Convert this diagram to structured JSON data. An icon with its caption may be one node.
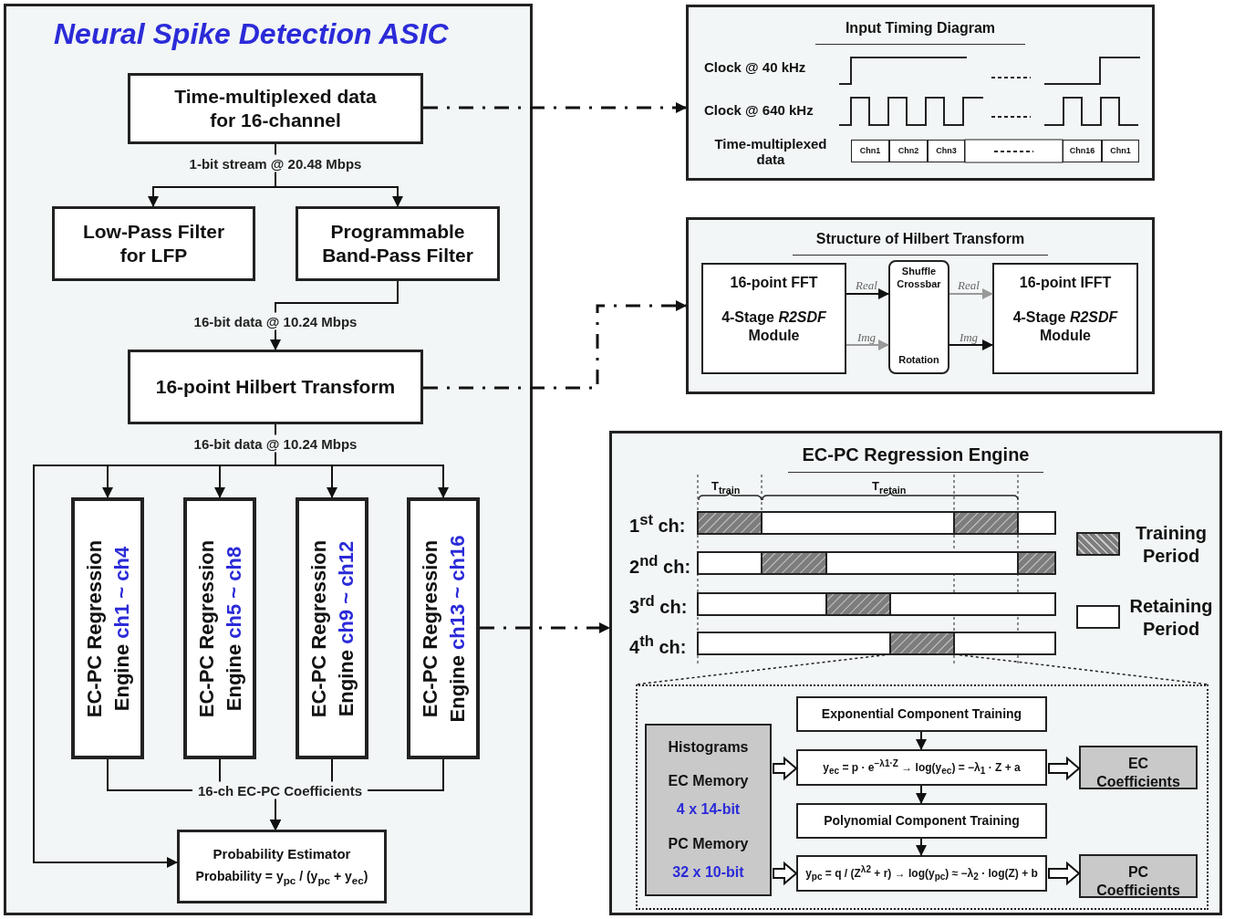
{
  "diagram": {
    "nodes": [
      {
        "text": [
          "Neural Spike Detection ASIC"
        ]
      },
      {
        "text": [
          "Time-multiplexed data for 16-channel"
        ],
        "in": 0
      },
      {
        "text": [
          "Low-Pass Filter for LFP"
        ],
        "in": 0
      },
      {
        "text": [
          "Programmable Band-Pass Filter"
        ],
        "in": 0
      },
      {
        "text": [
          "16-point Hilbert Transform"
        ],
        "in": 0
      },
      {
        "text": [
          "EC-PC Regression Engine",
          "ch1 ~ ch4"
        ],
        "in": 0
      },
      {
        "text": [
          "EC-PC Regression Engine",
          "ch5 ~ ch8"
        ],
        "in": 0
      },
      {
        "text": [
          "EC-PC Regression Engine",
          "ch9 ~ ch12"
        ],
        "in": 0
      },
      {
        "text": [
          "EC-PC Regression Engine",
          "ch13 ~ ch16"
        ],
        "in": 0
      },
      {
        "text": [
          "Probability Estimator",
          "Probability = y$_{pc}$ / (y$_{pc}$ + y$_{ec}$)"
        ],
        "in": 0
      },
      {
        "text": [
          "Input Timing Diagram"
        ]
      },
      {
        "text": [
          "Chn1"
        ],
        "in": 10
      },
      {
        "text": [
          "Chn2"
        ],
        "in": 10
      },
      {
        "text": [
          "Chn3"
        ],
        "in": 10
      },
      {
        "text": [
          "Chn16"
        ],
        "in": 10
      },
      {
        "text": [
          "Chn1"
        ],
        "in": 10
      },
      {
        "text": [
          "Structure of Hilbert Transform"
        ]
      },
      {
        "text": [
          "16-point FFT",
          "4-Stage *R2SDF* Module"
        ],
        "in": 16
      },
      {
        "text": [
          "Shuffle Crossbar",
          "Rotation"
        ],
        "in": 16
      },
      {
        "text": [
          "16-point IFFT",
          "4-Stage *R2SDF* Module"
        ],
        "in": 16
      },
      {
        "text": [
          "EC-PC Regression Engine"
        ]
      },
      {
        "text": [],
        "shape": "box",
        "in": 20
      },
      {
        "text": [
          "Histograms",
          "EC Memory",
          "4 x 14-bit",
          "PC Memory",
          "32 x 10-bit"
        ],
        "in": 21
      },
      {
        "text": [
          "Exponential Component Training"
        ],
        "in": 21
      },
      {
        "text": [
          "y$_{ec}$ = p · e$^{−λ1·Z}$ → log(y$_{ec}$) = −λ$_{1}$ · Z + a"
        ],
        "in": 21
      },
      {
        "text": [
          "EC Coefficients"
        ],
        "in": 21
      },
      {
        "text": [
          "Polynomial Component Training"
        ],
        "in": 21
      },
      {
        "text": [
          "y$_{pc}$ = q / (Z$^{λ2}$ + r) → log(y$_{pc}$) ≈ −λ$_{2}$ · log(Z) + b"
        ],
        "in": 21
      },
      {
        "text": [
          "PC Coefficients"
        ],
        "in": 21
      }
    ],
    "edges": [
      {
        "from": 1,
        "to": 2,
        "arrow": "to",
        "label": "1-bit stream @ 20.48 Mbps"
      },
      {
        "from": 1,
        "to": 3,
        "arrow": "to"
      },
      {
        "from": 3,
        "to": 4,
        "arrow": "to",
        "label": "16-bit data @ 10.24 Mbps"
      },
      {
        "from": 4,
        "to": 5,
        "arrow": "to",
        "label": "16-bit data @ 10.24 Mbps"
      },
      {
        "from": 4,
        "to": 6,
        "arrow": "to"
      },
      {
        "from": 4,
        "to": 7,
        "arrow": "to"
      },
      {
        "from": 4,
        "to": 8,
        "arrow": "to"
      },
      {
        "from": 4,
        "to": 9,
        "arrow": "to"
      },
      {
        "from": 5,
        "to": 9,
        "arrow": "to",
        "label": "16-ch EC-PC Coefficients"
      },
      {
        "from": 6,
        "to": 9,
        "arrow": "to"
      },
      {
        "from": 7,
        "to": 9,
        "arrow": "to"
      },
      {
        "from": 8,
        "to": 9,
        "arrow": "to"
      },
      {
        "from": 1,
        "to": 10,
        "arrow": "to",
        "style": "dashed"
      },
      {
        "from": 4,
        "to": 16,
        "arrow": "to",
        "style": "dashed"
      },
      {
        "from": 8,
        "to": 20,
        "arrow": "to",
        "style": "dashed"
      },
      {
        "from": 17,
        "to": 18,
        "arrow": "to",
        "label": "Real"
      },
      {
        "from": 17,
        "to": 18,
        "arrow": "to",
        "label": "Img",
        "color": "#999999"
      },
      {
        "from": 18,
        "to": 19,
        "arrow": "to",
        "label": "Real",
        "color": "#999999"
      },
      {
        "from": 18,
        "to": 19,
        "arrow": "to",
        "label": "Img"
      },
      {
        "from": 23,
        "to": 24,
        "arrow": "to"
      },
      {
        "from": 24,
        "to": 26,
        "arrow": "to"
      },
      {
        "from": 26,
        "to": 27,
        "arrow": "to"
      },
      {
        "from": 22,
        "to": 24,
        "arrow": "to",
        "style": "thick"
      },
      {
        "from": 22,
        "to": 27,
        "arrow": "to",
        "style": "thick"
      },
      {
        "from": 24,
        "to": 25,
        "arrow": "to",
        "style": "thick"
      },
      {
        "from": 27,
        "to": 28,
        "arrow": "to",
        "style": "thick"
      }
    ],
    "labels": [
      "Clock @ 40 kHz",
      "Clock @ 640 kHz",
      "Time-multiplexed data",
      "T$_{train}$",
      "T$_{retain}$",
      "1$^{st}$ ch:",
      "2$^{nd}$ ch:",
      "3$^{rd}$ ch:",
      "4$^{th}$ ch:"
    ],
    "legend": [
      {
        "text": "Training Period"
      },
      {
        "text": "Retaining Period",
        "color": "#ffffff"
      }
    ]
  }
}
